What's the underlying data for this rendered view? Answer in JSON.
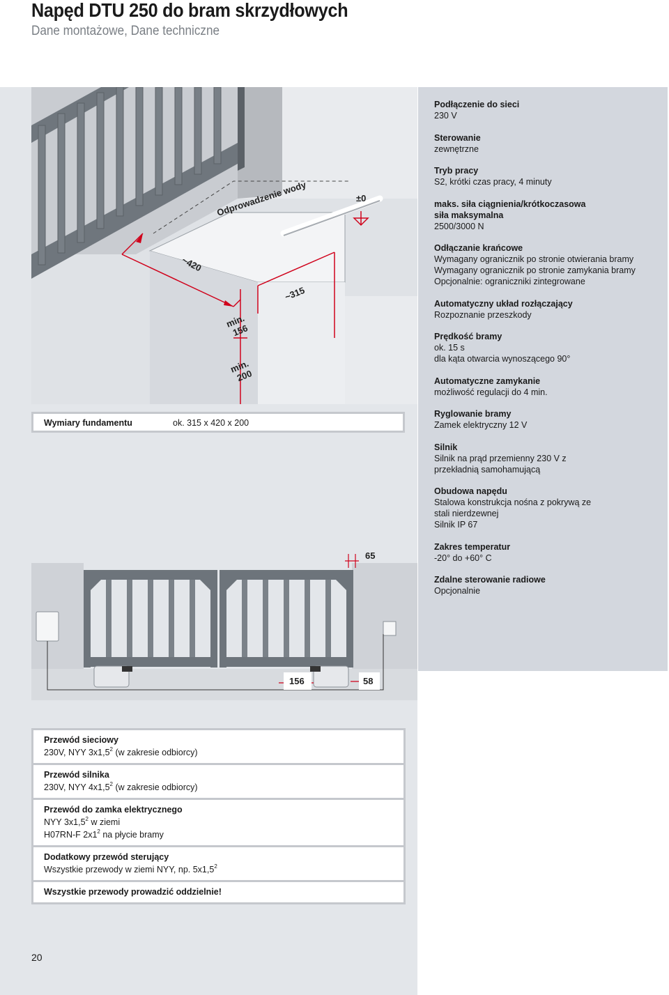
{
  "header": {
    "title": "Napęd DTU 250 do bram skrzydłowych",
    "subtitle": "Dane montażowe, Dane techniczne"
  },
  "diagram_top": {
    "water_label": "Odprowadzenie wody",
    "zero_label": "±0",
    "dim_420": "~420",
    "dim_315": "~315",
    "dim_156": "min.\n156",
    "dim_200": "min.\n200"
  },
  "foundation": {
    "label": "Wymiary fundamentu",
    "value": "ok. 315 x 420 x 200"
  },
  "diagram_bottom": {
    "dim_65": "65",
    "dim_156": "156",
    "dim_58": "58"
  },
  "specs": [
    {
      "title": "Podłączenie do sieci",
      "value": "230 V"
    },
    {
      "title": "Sterowanie",
      "value": "zewnętrzne"
    },
    {
      "title": "Tryb pracy",
      "value": "S2, krótki czas pracy, 4 minuty"
    },
    {
      "title": "maks. siła ciągnienia/krótkoczasowa\nsiła maksymalna",
      "value": "2500/3000 N"
    },
    {
      "title": "Odłączanie krańcowe",
      "value": "Wymagany ogranicznik po stronie otwierania bramy\nWymagany ogranicznik po stronie zamykania bramy\nOpcjonalnie: ograniczniki zintegrowane"
    },
    {
      "title": "Automatyczny układ rozłączający",
      "value": "Rozpoznanie przeszkody"
    },
    {
      "title": "Prędkość bramy",
      "value": "ok. 15 s\ndla kąta otwarcia wynoszącego 90°"
    },
    {
      "title": "Automatyczne zamykanie",
      "value": "możliwość regulacji do 4 min."
    },
    {
      "title": "Ryglowanie bramy",
      "value": "Zamek elektryczny 12 V"
    },
    {
      "title": "Silnik",
      "value": "Silnik na prąd przemienny 230 V z\nprzekładnią samohamującą"
    },
    {
      "title": "Obudowa napędu",
      "value": "Stalowa konstrukcja nośna z pokrywą ze\nstali nierdzewnej\nSilnik IP 67"
    },
    {
      "title": "Zakres temperatur",
      "value": "-20° do +60° C"
    },
    {
      "title": "Zdalne sterowanie radiowe",
      "value": "Opcjonalnie"
    }
  ],
  "cables": {
    "c1_title": "Przewód sieciowy",
    "c1_l1a": "230V, NYY 3x1,5",
    "c1_l1sup": "2",
    "c1_l1b": " (w zakresie odbiorcy)",
    "c2_title": "Przewód silnika",
    "c2_l1a": "230V, NYY 4x1,5",
    "c2_l1sup": "2",
    "c2_l1b": " (w zakresie odbiorcy)",
    "c3_title": "Przewód do zamka elektrycznego",
    "c3_l1a": "NYY 3x1,5",
    "c3_l1sup": "2",
    "c3_l1b": " w ziemi",
    "c3_l2a": "H07RN-F 2x1",
    "c3_l2sup": "2",
    "c3_l2b": " na płycie bramy",
    "c4_title": "Dodatkowy przewód sterujący",
    "c4_l1a": "Wszystkie przewody w ziemi NYY, np. 5x1,5",
    "c4_l1sup": "2",
    "c5_title": "Wszystkie przewody prowadzić oddzielnie!"
  },
  "page_number": "20"
}
